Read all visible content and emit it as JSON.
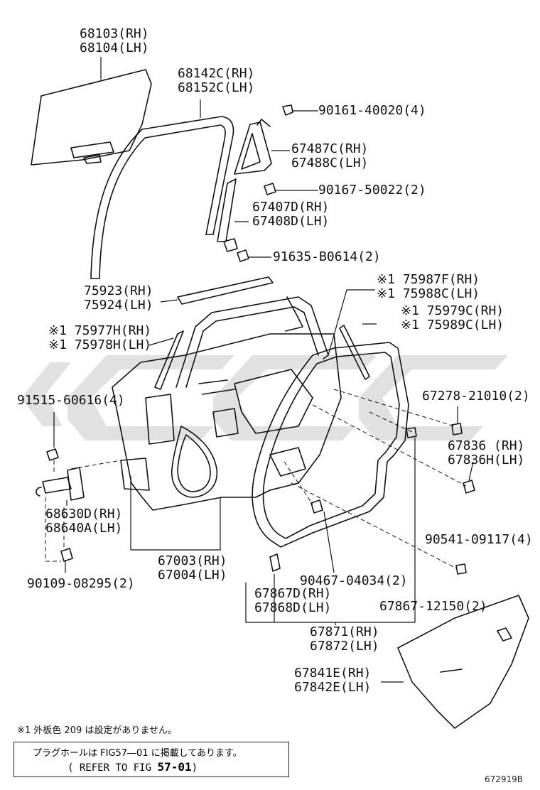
{
  "watermark": {
    "text": "CCFC",
    "color": "#d8d8d8"
  },
  "labels": {
    "p68103": {
      "l1": "68103(RH)",
      "l2": "68104(LH)"
    },
    "p68142": {
      "l1": "68142C(RH)",
      "l2": "68152C(LH)"
    },
    "p90161": {
      "l1": "90161-40020(4)"
    },
    "p67487": {
      "l1": "67487C(RH)",
      "l2": "67488C(LH)"
    },
    "p90167": {
      "l1": "90167-50022(2)"
    },
    "p67407": {
      "l1": "67407D(RH)",
      "l2": "67408D(LH)"
    },
    "p91635": {
      "l1": "91635-B0614(2)"
    },
    "p75923": {
      "l1": "75923(RH)",
      "l2": "75924(LH)"
    },
    "p75987": {
      "l1": "※1 75987F(RH)",
      "l2": "※1 75988C(LH)"
    },
    "p75979": {
      "l1": "※1 75979C(RH)",
      "l2": "※1 75989C(LH)"
    },
    "p75977": {
      "l1": "※1 75977H(RH)",
      "l2": "※1 75978H(LH)"
    },
    "p91515": {
      "l1": "91515-60616(4)"
    },
    "p67278": {
      "l1": "67278-21010(2)"
    },
    "p67836": {
      "l1": "67836 (RH)",
      "l2": "67836H(LH)"
    },
    "p68630": {
      "l1": "68630D(RH)",
      "l2": "68640A(LH)"
    },
    "p90541": {
      "l1": "90541-09117(4)"
    },
    "p67003": {
      "l1": "67003(RH)",
      "l2": "67004(LH)"
    },
    "p90109": {
      "l1": "90109-08295(2)"
    },
    "p90467": {
      "l1": "90467-04034(2)"
    },
    "p67867": {
      "l1": "67867D(RH)",
      "l2": "67868D(LH)"
    },
    "p67867b": {
      "l1": "67867-12150(2)"
    },
    "p67871": {
      "l1": "67871(RH)",
      "l2": "67872(LH)"
    },
    "p67841": {
      "l1": "67841E(RH)",
      "l2": "67842E(LH)"
    }
  },
  "footnote": "※1 外板色 209 は設定がありません。",
  "notebox": {
    "line1": "プラグホールは FIG57―01 に掲載してあります。",
    "line2_prefix": "( REFER TO FIG ",
    "line2_fig": "57-01",
    "line2_suffix": ")"
  },
  "figure_code": "672919B"
}
